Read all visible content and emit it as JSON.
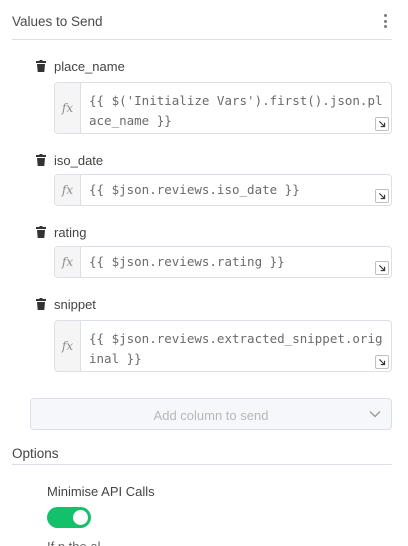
{
  "section": {
    "title": "Values to Send"
  },
  "fields": [
    {
      "label": "place_name",
      "expression": "{{ $('Initialize Vars').first().json.place_name }}"
    },
    {
      "label": "iso_date",
      "expression": "{{ $json.reviews.iso_date }}"
    },
    {
      "label": "rating",
      "expression": "{{ $json.reviews.rating }}"
    },
    {
      "label": "snippet",
      "expression": "{{ $json.reviews.extracted_snippet.original }}"
    }
  ],
  "fx_label": "fx",
  "add_column": {
    "placeholder": "Add column to send"
  },
  "options": {
    "title": "Options",
    "toggle_label": "Minimise API Calls",
    "toggle_on": true,
    "next_text": "If n the al"
  },
  "colors": {
    "toggle": "#13c16a",
    "border": "#dbdfe7"
  }
}
